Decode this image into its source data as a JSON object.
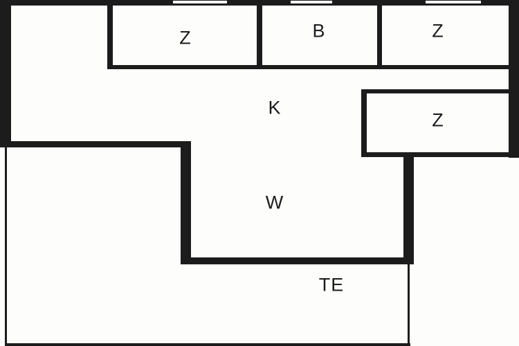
{
  "floor_plan": {
    "rooms": [
      {
        "id": "room-z-1",
        "label": "Z"
      },
      {
        "id": "room-b",
        "label": "B"
      },
      {
        "id": "room-z-2",
        "label": "Z"
      },
      {
        "id": "room-k",
        "label": "K"
      },
      {
        "id": "room-z-3",
        "label": "Z"
      },
      {
        "id": "room-w",
        "label": "W"
      },
      {
        "id": "room-te",
        "label": "TE"
      }
    ],
    "colors": {
      "wall": "#1c1c1c",
      "background": "#fdfdfc"
    }
  }
}
